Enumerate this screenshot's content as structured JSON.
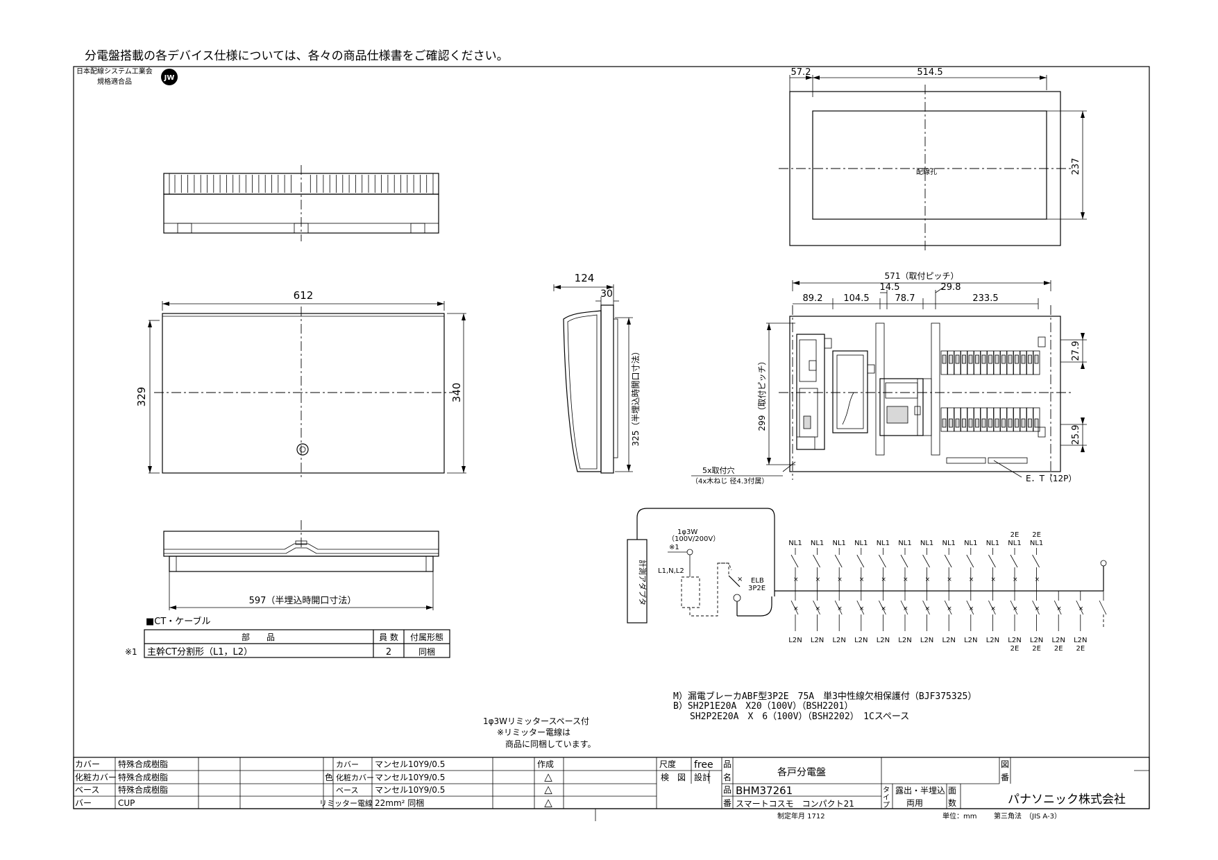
{
  "header_note": "分電盤搭載の各デバイス仕様については、各々の商品仕様書をご確認ください。",
  "cert": {
    "line1": "日本配線システム工業会",
    "line2": "規格適合品",
    "mark": "JW"
  },
  "dims": {
    "front_width": "612",
    "front_height_left": "329",
    "front_height_right": "340",
    "side_depth": "124",
    "side_30": "30",
    "side_325": "325（半埋込時開口寸法）",
    "bottom_597": "597（半埋込時開口寸法）",
    "back_57": "57.2",
    "back_514": "514.5",
    "back_237": "237",
    "back_hole": "配線孔",
    "int_571": "571（取付ピッチ）",
    "int_89": "89.2",
    "int_104": "104.5",
    "int_145": "14.5",
    "int_787": "78.7",
    "int_298": "29.8",
    "int_2335": "233.5",
    "int_279": "27.9",
    "int_259": "25.9",
    "int_299": "299（取付ピッチ）",
    "mount_holes_1": "5x取付穴",
    "mount_holes_2": "（4x木ねじ 径4.3付属）",
    "et": "E．T（12P）"
  },
  "schematic": {
    "adapter": "計測アダプタ",
    "supply": "1φ3W",
    "voltage": "（100V/200V）",
    "ct_mark": "※1",
    "lines": "L1,N,L2",
    "elb_1": "ELB",
    "elb_2": "3P2E",
    "top_labels": [
      "NL1",
      "NL1",
      "NL1",
      "NL1",
      "NL1",
      "NL1",
      "NL1",
      "NL1",
      "NL1",
      "NL1",
      "NL1",
      "NL1"
    ],
    "top_2e": [
      "2E",
      "2E"
    ],
    "bottom_labels": [
      "L2N",
      "L2N",
      "L2N",
      "L2N",
      "L2N",
      "L2N",
      "L2N",
      "L2N",
      "L2N",
      "L2N",
      "L2N",
      "L2N",
      "L2N",
      "L2N"
    ],
    "bottom_2e": [
      "2E",
      "2E",
      "2E",
      "2E"
    ]
  },
  "ct_table": {
    "caption": "■CT・ケーブル",
    "headers": [
      "部　　品",
      "員 数",
      "付属形態"
    ],
    "mark": "※1",
    "row": [
      "主幹CT分割形（L1，L2）",
      "2",
      "同梱"
    ]
  },
  "breaker_spec": [
    "M）漏電ブレーカABF型3P2E　75A　単3中性線欠相保護付（BJF375325）",
    "B）SH2P1E20A　X20（100V）（BSH2201）",
    "SH2P2E20A　X　6（100V）（BSH2202）　1Cスペース"
  ],
  "limiter_note": [
    "1φ3Wリミッタースペース付",
    "※リミッター電線は",
    "商品に同梱しています。"
  ],
  "title_block": {
    "mat_rows": [
      [
        "カバー",
        "特殊合成樹脂"
      ],
      [
        "化粧カバー",
        "特殊合成樹脂"
      ],
      [
        "ベース",
        "特殊合成樹脂"
      ],
      [
        "バー",
        "CUP"
      ]
    ],
    "color_label": "色",
    "color_rows": [
      [
        "カバー",
        "マンセル10Y9/0.5"
      ],
      [
        "化粧カバー",
        "マンセル10Y9/0.5"
      ],
      [
        "ベース",
        "マンセル10Y9/0.5"
      ],
      [
        "リミッター電線",
        "22mm² 同梱"
      ]
    ],
    "revision_header": "作成",
    "revision_marks": [
      "△",
      "△",
      "△"
    ],
    "scale_label": "尺度",
    "scale_value": "free",
    "check_label": "検　図",
    "design_label": "設計",
    "name_label_1": "品",
    "name_label_2": "名",
    "number_label_1": "品",
    "number_label_2": "番",
    "product_name": "各戸分電盤",
    "model": "BHM37261",
    "series": "スマートコスモ　コンパクト21",
    "type_label_1": "タ",
    "type_label_2": "イ",
    "type_label_3": "プ",
    "install_1": "露出・半埋込",
    "install_2": "両用",
    "face_1": "面",
    "face_2": "数",
    "drawing_label_1": "図",
    "drawing_label_2": "番",
    "company": "パナソニック株式会社",
    "date_label": "制定年月 1712",
    "unit": "単位：mm",
    "projection": "第三角法　（JIS A-3）"
  }
}
